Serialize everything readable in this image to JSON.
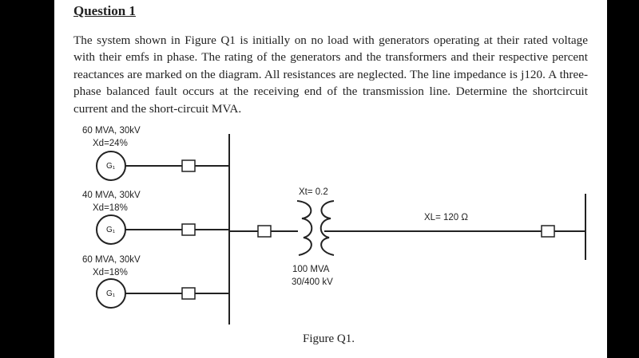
{
  "question": {
    "title": "Question 1",
    "text": "The system shown in Figure Q1 is initially on no load with generators operating at their rated voltage with their emfs in phase. The rating of the generators and the transformers and their respective percent reactances are marked on the diagram. All resistances are neglected. The line impedance is j120. A three-phase balanced fault occurs at the receiving end of the transmission line. Determine the shortcircuit current and the short-circuit MVA."
  },
  "diagram": {
    "generators": [
      {
        "rating": "60 MVA, 30kV",
        "reactance": "Xd=24%",
        "symbol": "G₁"
      },
      {
        "rating": "40 MVA, 30kV",
        "reactance": "Xd=18%",
        "symbol": "G₁"
      },
      {
        "rating": "60 MVA, 30kV",
        "reactance": "Xd=18%",
        "symbol": "G₁"
      }
    ],
    "transformer": {
      "reactance": "Xt= 0.2",
      "rating": "100 MVA",
      "voltage": "30/400 kV"
    },
    "line": {
      "reactance": "XL= 120 Ω"
    },
    "caption": "Figure Q1."
  }
}
